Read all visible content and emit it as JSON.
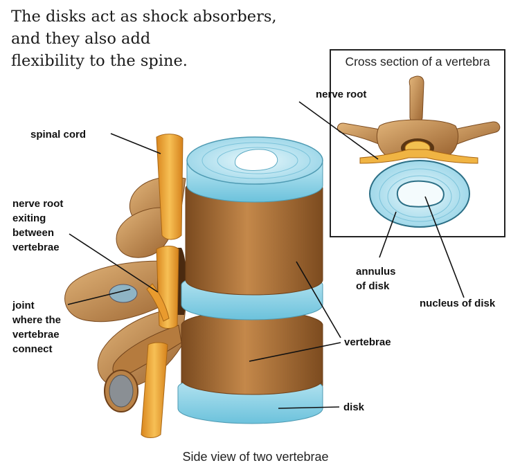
{
  "intro": {
    "lines": [
      "The disks act as shock absorbers,",
      "and they also add",
      "flexibility to the spine."
    ]
  },
  "inset": {
    "title": "Cross section of a vertebra",
    "labels": {
      "nerve_root": "nerve root",
      "annulus_line1": "annulus",
      "annulus_line2": "of disk",
      "nucleus": "nucleus of disk"
    }
  },
  "side_view": {
    "labels": {
      "spinal_cord": "spinal cord",
      "nerve_root_exiting": [
        "nerve root",
        "exiting",
        "between",
        "vertebrae"
      ],
      "joint": [
        "joint",
        "where the",
        "vertebrae",
        "connect"
      ],
      "vertebrae": "vertebrae",
      "disk": "disk"
    },
    "caption": "Side view of two vertebrae"
  },
  "colors": {
    "bone": "#a3672e",
    "bone_light": "#d7a769",
    "disk": "#8fd3e8",
    "disk_light": "#d8f1f8",
    "nerve": "#f2a93b"
  }
}
